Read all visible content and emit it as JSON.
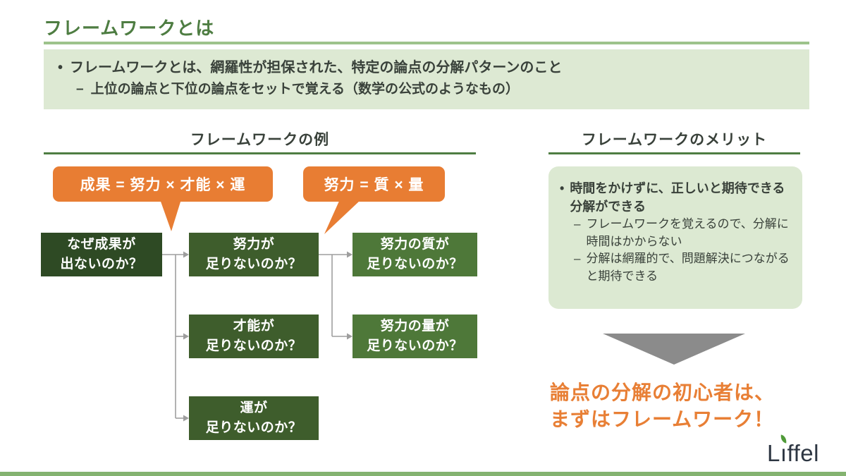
{
  "slide_title": "フレームワークとは",
  "markers": {
    "bullet": "•",
    "dash": "–"
  },
  "header": {
    "bullet": "フレームワークとは、網羅性が担保された、特定の論点の分解パターンのこと",
    "sub": "上位の論点と下位の論点をセットで覚える（数学の公式のようなもの）"
  },
  "example": {
    "section_title": "フレームワークの例",
    "callout1": "成果 = 努力 × 才能 × 運",
    "callout2": "努力 = 質 × 量",
    "tree": {
      "root": {
        "line1": "なぜ成果が",
        "line2": "出ないのか？"
      },
      "b1": {
        "line1": "努力が",
        "line2": "足りないのか？"
      },
      "b2": {
        "line1": "才能が",
        "line2": "足りないのか？"
      },
      "b3": {
        "line1": "運が",
        "line2": "足りないのか？"
      },
      "c1": {
        "line1": "努力の質が",
        "line2": "足りないのか？"
      },
      "c2": {
        "line1": "努力の量が",
        "line2": "足りないのか？"
      }
    }
  },
  "merit": {
    "section_title": "フレームワークのメリット",
    "main": "時間をかけずに、正しいと期待できる分解ができる",
    "sub1": "フレームワークを覚えるので、分解に時間はかからない",
    "sub2": "分解は網羅的で、問題解決につながると期待できる"
  },
  "conclusion": {
    "line1": "論点の分解の初心者は、",
    "line2": "まずはフレームワーク！"
  },
  "logo": {
    "name": "Liffel",
    "l": "L",
    "i": "ı",
    "rest": "ffel"
  },
  "colors": {
    "title_green": "#4e7d42",
    "rule_light_green": "#9dc38b",
    "panel_bg_green": "#dde9d3",
    "callout_orange": "#e87d33",
    "tree_box_dark": "#2e4a24",
    "tree_box_mid": "#3e5d2c",
    "tree_box_light": "#4e7839",
    "connector_gray": "#9e9e9e",
    "triangle_gray": "#8b8b8b",
    "conclusion_orange": "#e87f35",
    "logo_navy": "#2d3642",
    "logo_leaf_green": "#4f9a38",
    "footer_green": "#84b370"
  }
}
